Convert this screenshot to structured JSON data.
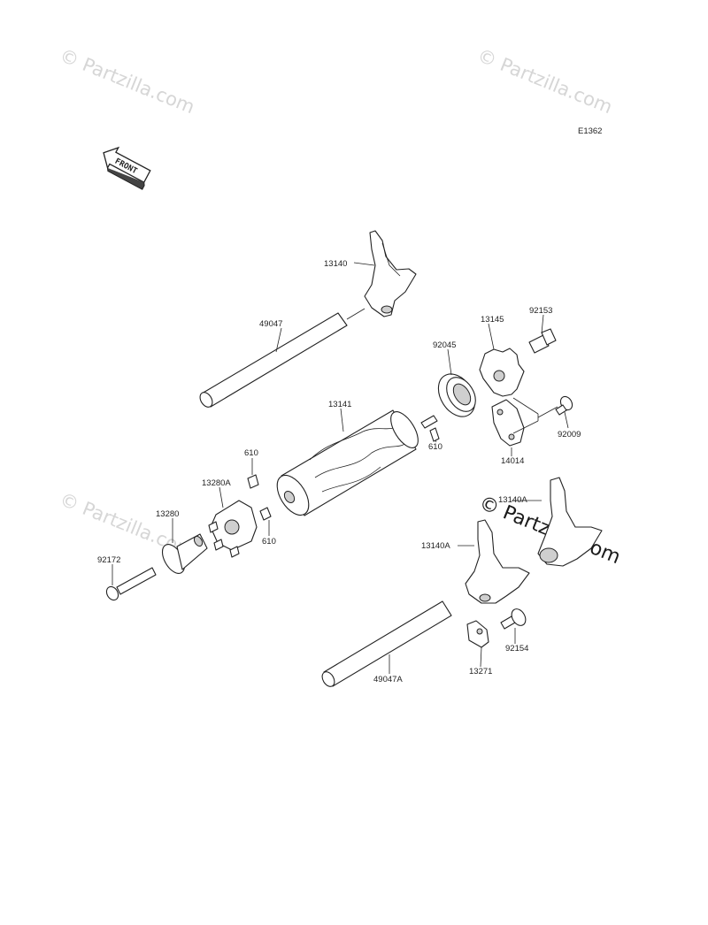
{
  "diagram": {
    "code": "E1362",
    "front_label": "FRONT",
    "watermarks": [
      {
        "text": "© Partzilla.com"
      },
      {
        "text": "© Partzilla.com"
      },
      {
        "text": "© Partzilla.com"
      },
      {
        "text": "© Partzilla.com"
      }
    ],
    "parts": [
      {
        "id": "p13140",
        "label": "13140"
      },
      {
        "id": "p49047",
        "label": "49047"
      },
      {
        "id": "p13145",
        "label": "13145"
      },
      {
        "id": "p92153",
        "label": "92153"
      },
      {
        "id": "p92045",
        "label": "92045"
      },
      {
        "id": "p13141",
        "label": "13141"
      },
      {
        "id": "p92009",
        "label": "92009"
      },
      {
        "id": "p610a",
        "label": "610"
      },
      {
        "id": "p610b",
        "label": "610"
      },
      {
        "id": "p610c",
        "label": "610"
      },
      {
        "id": "p14014",
        "label": "14014"
      },
      {
        "id": "p13280A",
        "label": "13280A"
      },
      {
        "id": "p13280",
        "label": "13280"
      },
      {
        "id": "p13140A_1",
        "label": "13140A"
      },
      {
        "id": "p13140A_2",
        "label": "13140A"
      },
      {
        "id": "p92172",
        "label": "92172"
      },
      {
        "id": "p92154",
        "label": "92154"
      },
      {
        "id": "p13271",
        "label": "13271"
      },
      {
        "id": "p49047A",
        "label": "49047A"
      }
    ]
  }
}
